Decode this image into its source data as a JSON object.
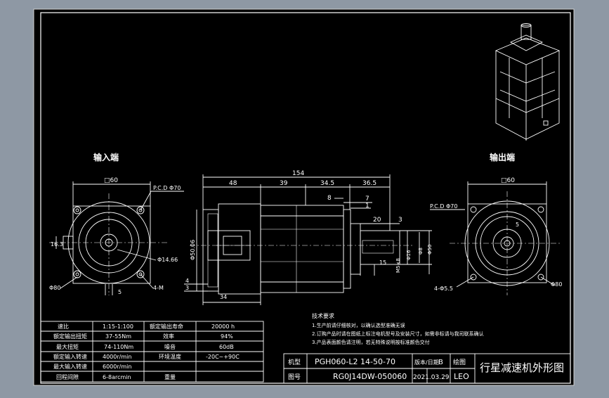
{
  "colors": {
    "background": "#8e98a4",
    "sheet": "#000000",
    "line": "#ffffff",
    "accent": "#c8c8c8"
  },
  "views": {
    "input_end_label": "输入端",
    "output_end_label": "输出端"
  },
  "input_view": {
    "width_dim": "□60",
    "pcd_label": "P.C.D Φ70",
    "shaft_label": "Φ14.66",
    "hole_label": "4-M",
    "diameter_label": "Φ80",
    "offset_label": "5",
    "side_label": "16.3"
  },
  "side_view": {
    "total_length": "154",
    "seg_a": "48",
    "seg_b": "39",
    "seg_c": "34.5",
    "seg_d": "36.5",
    "key_a": "8",
    "key_b": "7",
    "key_c": "1",
    "key_len": "20",
    "key_w": "3",
    "thread": "M5×8",
    "bore": "Φ16",
    "pilot": "Φ8",
    "flange_dia": "Φ50",
    "out_dia": "Φ50",
    "depth": "15",
    "base_len": "34",
    "flange_th": "4",
    "flange_th2": "3",
    "left_dia": "Φ50.06"
  },
  "output_view": {
    "width_dim": "□60",
    "pcd_label": "P.C.D Φ70",
    "hole_label": "4-Φ5.5",
    "diameter_label": "Φ80",
    "offset_label": "5"
  },
  "spec_table": {
    "rows": [
      {
        "k1": "速比",
        "v1": "1:15-1:100",
        "k2": "额定输出寿命",
        "v2": "20000 h"
      },
      {
        "k1": "额定输出扭矩",
        "v1": "37-55Nm",
        "k2": "效率",
        "v2": "94%"
      },
      {
        "k1": "最大扭矩",
        "v1": "74-110Nm",
        "k2": "噪音",
        "v2": "60dB"
      },
      {
        "k1": "额定输入转速",
        "v1": "4000r/min",
        "k2": "环境温度",
        "v2": "-20C~+90C"
      },
      {
        "k1": "最大输入转速",
        "v1": "6000r/min",
        "k2": "",
        "v2": ""
      },
      {
        "k1": "回程间隙",
        "v1": "6-8arcmin",
        "k2": "重量",
        "v2": ""
      }
    ]
  },
  "notes": {
    "title": "技术要求",
    "lines": [
      "1.生产前请仔细核对，以确认选型准确无误",
      "2.订购产品时请在图纸上标注电机型号及安装尺寸，如需非标请与我司联系确认",
      "3.产品表面颜色请注明，若无特殊说明按标准颜色交付"
    ]
  },
  "title_block": {
    "model_label": "机型",
    "model_value": "PGH060-L2 14-50-70",
    "drawing_no_label": "图号",
    "drawing_no_value": "RG0J14DW-050060",
    "version_label": "版本/日期",
    "version_value": "B",
    "date_value": "2021.03.29",
    "drawer_label": "绘图",
    "drawer_value": "LEO",
    "sheet_title": "行星减速机外形图"
  }
}
